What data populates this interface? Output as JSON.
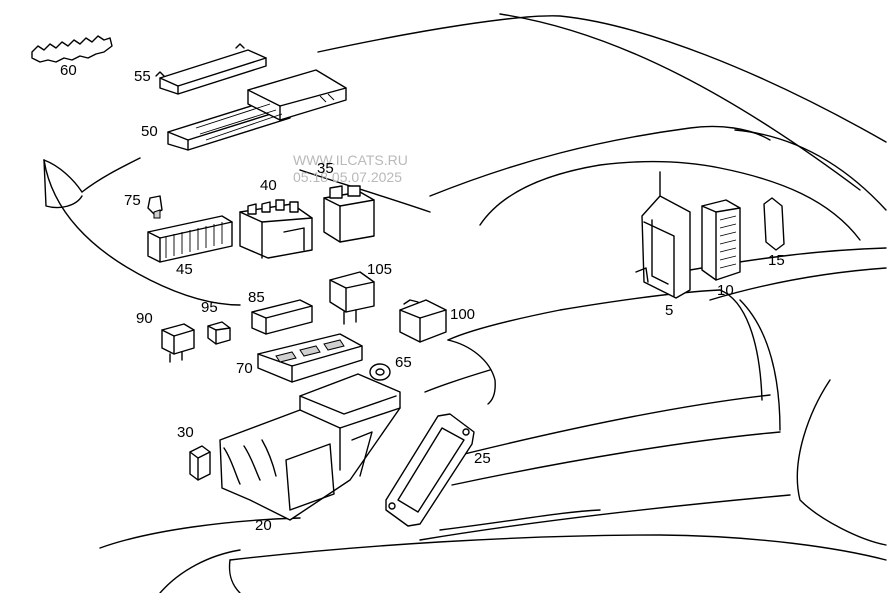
{
  "watermark": {
    "site": "WWW.ILCATS.RU",
    "stamp": "05.18 05.07.2025"
  },
  "callouts": {
    "p60": "60",
    "p55": "55",
    "p50": "50",
    "p75": "75",
    "p45": "45",
    "p40": "40",
    "p35": "35",
    "p105": "105",
    "p85": "85",
    "p100": "100",
    "p90": "90",
    "p95": "95",
    "p70": "70",
    "p65": "65",
    "p30": "30",
    "p25": "25",
    "p20": "20",
    "p5": "5",
    "p10": "10",
    "p15": "15"
  }
}
